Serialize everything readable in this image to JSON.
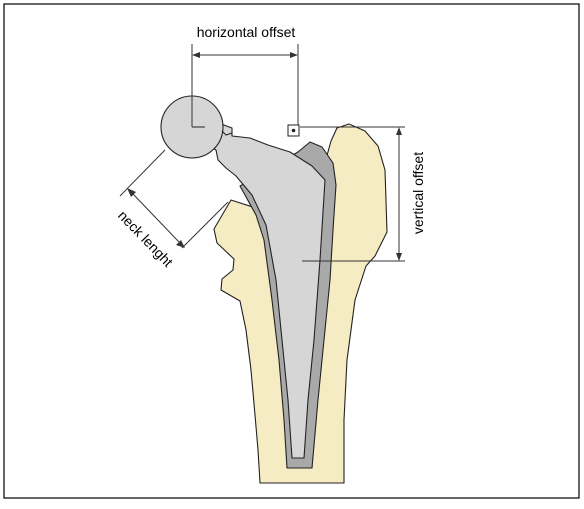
{
  "diagram": {
    "labels": {
      "horizontal_offset": "horizontal offset",
      "vertical_offset": "vertical offset",
      "neck_length": "neck lenght"
    },
    "colors": {
      "bone": "#f6ecc4",
      "implant_stem": "#d6d6d6",
      "cement_mantle": "#a9a9a9",
      "outline": "#222222",
      "dimension_line": "#333333",
      "frame": "#000000"
    }
  }
}
